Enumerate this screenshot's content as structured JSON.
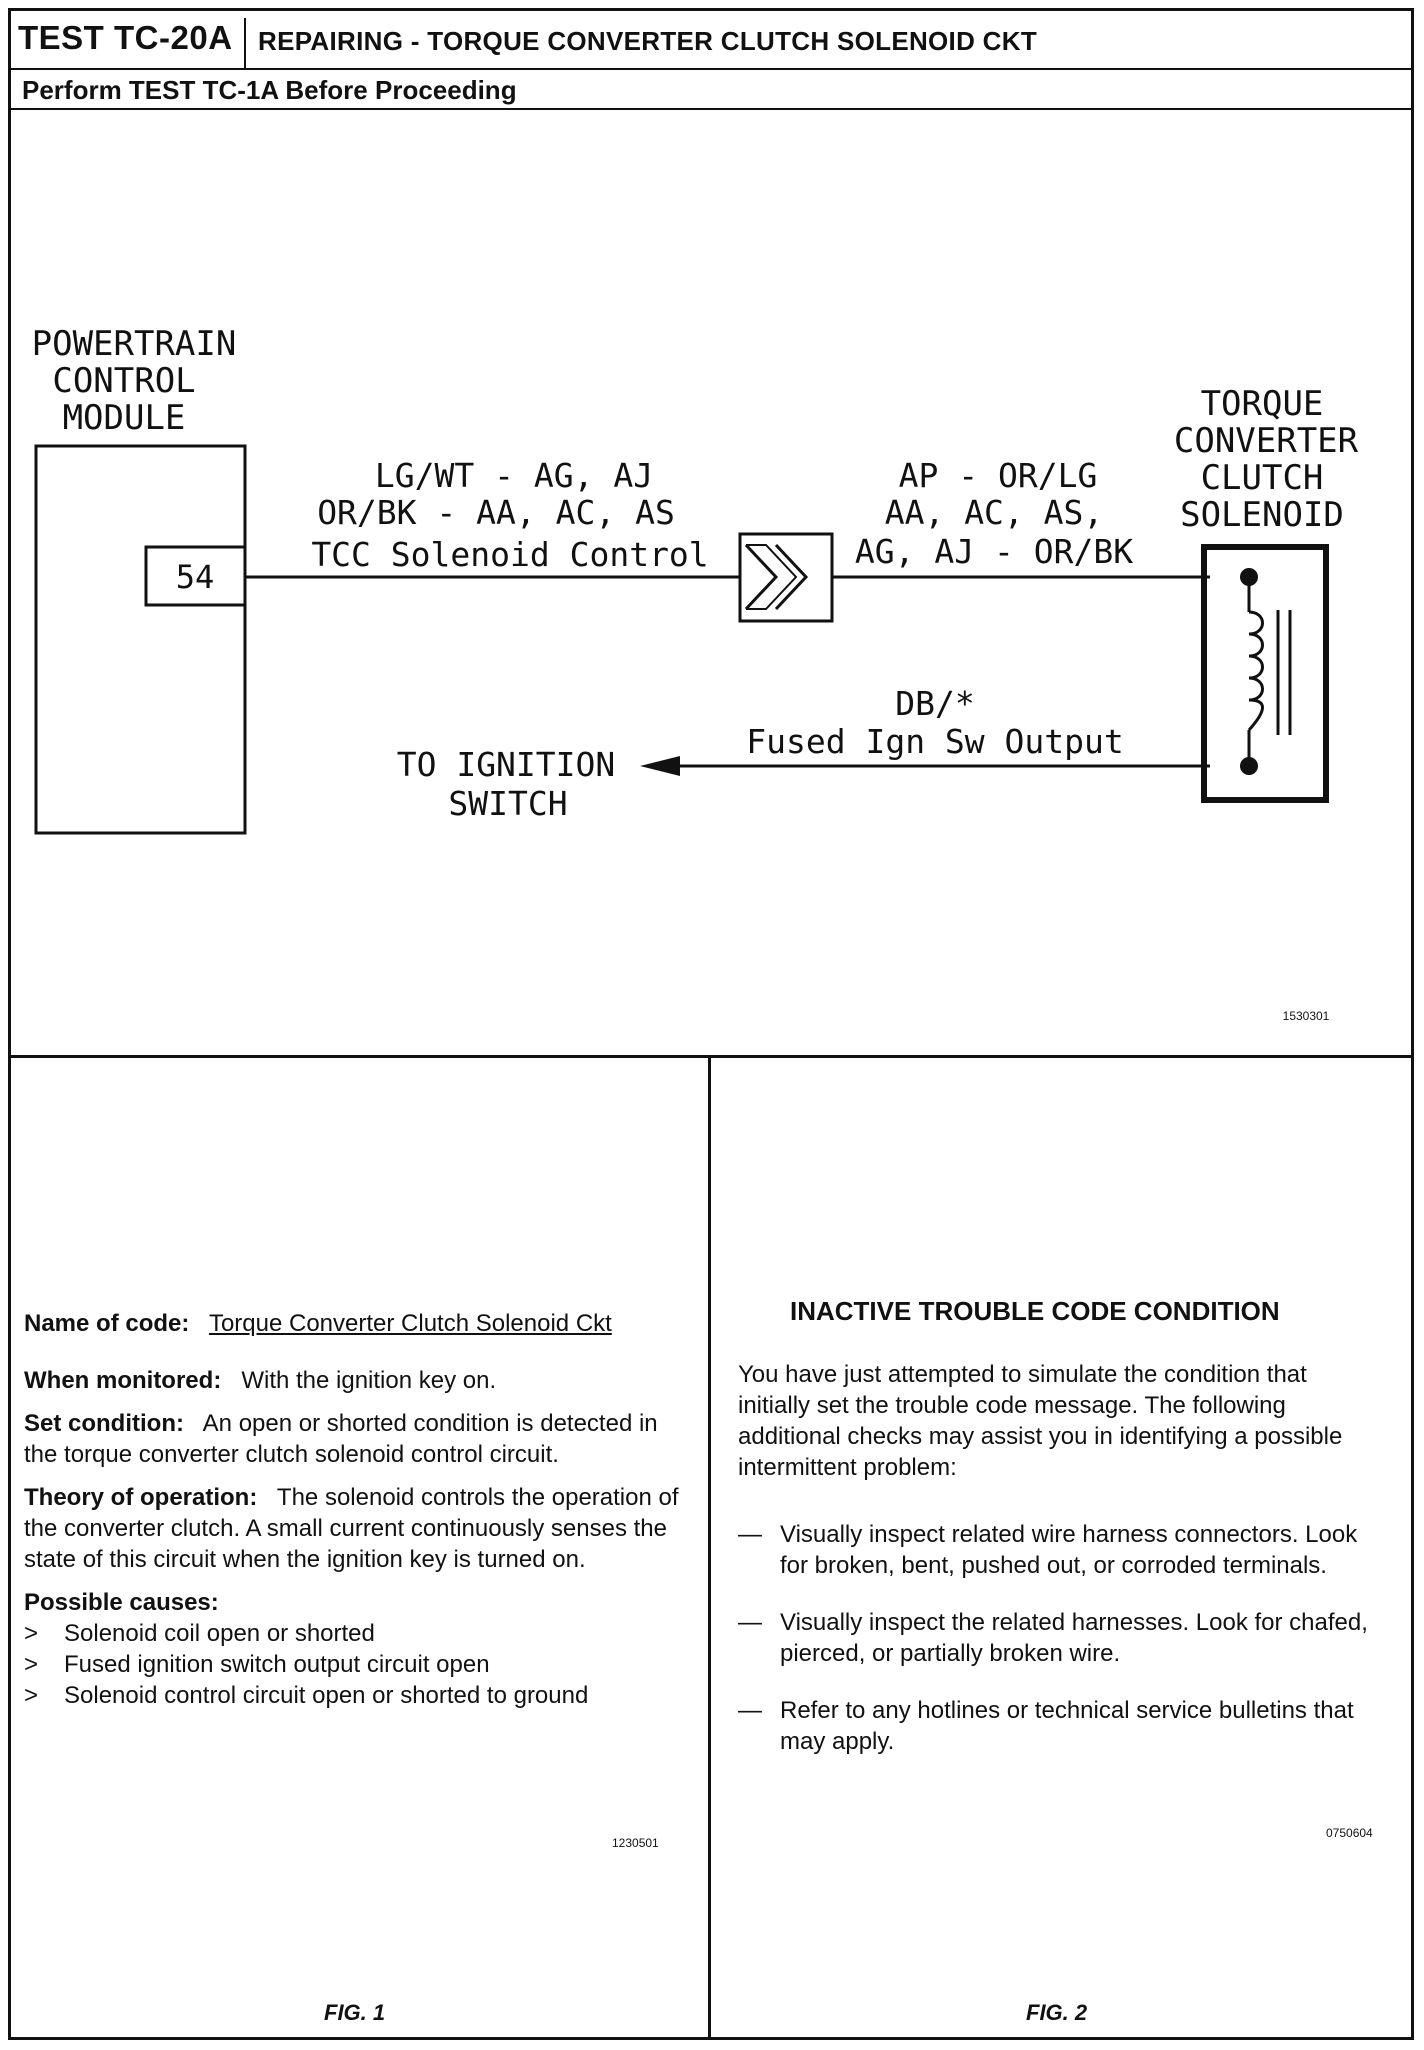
{
  "header": {
    "test_id": "TEST TC-20A",
    "title": "REPAIRING - TORQUE CONVERTER CLUTCH SOLENOID CKT",
    "subtitle": "Perform TEST TC-1A Before Proceeding"
  },
  "diagram": {
    "pcm_label": [
      "POWERTRAIN",
      "CONTROL",
      "MODULE"
    ],
    "pin": "54",
    "wire_left_lines": [
      "LG/WT - AG, AJ",
      "OR/BK - AA, AC, AS",
      "TCC Solenoid Control"
    ],
    "wire_right_lines": [
      "AP - OR/LG",
      "AA, AC, AS,",
      "AG, AJ - OR/BK"
    ],
    "solenoid_label": [
      "TORQUE",
      "CONVERTER",
      "CLUTCH",
      "SOLENOID"
    ],
    "lower_wire_lines": [
      "DB/*",
      "Fused Ign Sw Output"
    ],
    "ignition_label": [
      "TO IGNITION",
      "SWITCH"
    ],
    "code": "1530301"
  },
  "fig1": {
    "name_label": "Name of code:",
    "name_value": "Torque Converter Clutch Solenoid Ckt",
    "when_label": "When monitored:",
    "when_value": "With the ignition key on.",
    "set_label": "Set condition:",
    "set_value": "An open or shorted condition is detected in the torque converter clutch solenoid control circuit.",
    "theory_label": "Theory of operation:",
    "theory_value": "The solenoid controls the operation of the converter clutch.  A small current continuously senses the state of this circuit when the ignition key is turned on.",
    "causes_label": "Possible causes:",
    "causes": [
      "Solenoid coil open or shorted",
      "Fused ignition switch output circuit open",
      "Solenoid control circuit open or shorted to ground"
    ],
    "code": "1230501",
    "caption": "FIG. 1"
  },
  "fig2": {
    "heading": "INACTIVE TROUBLE CODE CONDITION",
    "intro": "You have just attempted to simulate the condition that initially set the trouble code message. The following additional checks may assist you in identifying a possible intermittent problem:",
    "checks": [
      "Visually inspect related wire harness connectors. Look for broken, bent, pushed out, or corroded terminals.",
      "Visually inspect the related harnesses. Look for chafed, pierced, or partially broken wire.",
      "Refer to any hotlines or technical service bulletins that may apply."
    ],
    "code": "0750604",
    "caption": "FIG. 2"
  }
}
